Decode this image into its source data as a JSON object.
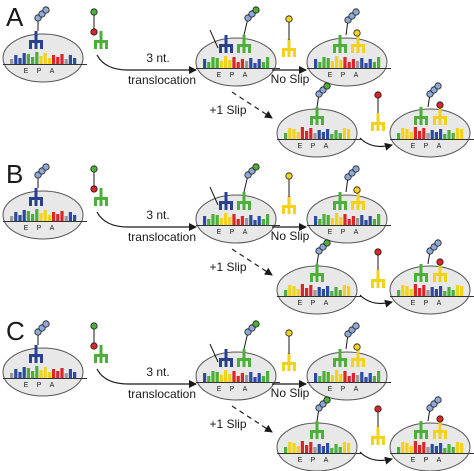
{
  "panels": [
    {
      "letter": "A",
      "steps": {
        "translocation_line1": "3 nt.",
        "translocation_line2": "translocation",
        "no_slip": "No Slip",
        "slip": "+1 Slip"
      },
      "sites": [
        "E",
        "P",
        "A"
      ]
    },
    {
      "letter": "B",
      "steps": {
        "translocation_line1": "3 nt.",
        "translocation_line2": "translocation",
        "no_slip": "No Slip",
        "slip": "+1 Slip"
      },
      "sites": [
        "E",
        "P",
        "A"
      ]
    },
    {
      "letter": "C",
      "steps": {
        "translocation_line1": "3 nt.",
        "translocation_line2": "translocation",
        "no_slip": "No Slip",
        "slip": "+1 Slip"
      },
      "sites": [
        "E",
        "P",
        "A"
      ]
    }
  ],
  "colors": {
    "codon_blue": "#2b4aa0",
    "codon_green": "#4caf3a",
    "codon_yellow": "#f2d21b",
    "codon_red": "#d9262a",
    "codon_gray": "#9a9a9a",
    "ribosome_fill": "#e8e8e8",
    "ribosome_stroke": "#555555",
    "trna_navy": "#2a3f8f",
    "nascent_peptide": "#8fa9d6",
    "slip_arrow": "#222222"
  }
}
